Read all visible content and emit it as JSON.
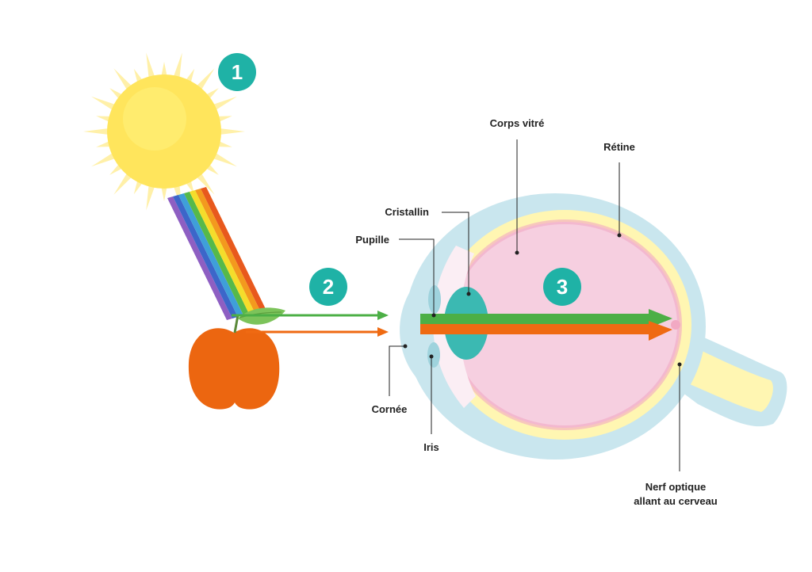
{
  "steps": {
    "one": "1",
    "two": "2",
    "three": "3"
  },
  "labels": {
    "corps_vitre": "Corps vitré",
    "retine": "Rétine",
    "cristallin": "Cristallin",
    "pupille": "Pupille",
    "cornee": "Cornée",
    "iris": "Iris",
    "nerf_line1": "Nerf optique",
    "nerf_line2": "allant au cerveau"
  },
  "colors": {
    "badge": "#1fb2a6",
    "sun": "#ffe55c",
    "sun_rays": "#fff0a8",
    "apple": "#ec6610",
    "leaf": "#7cc35a",
    "green_ray": "#4caf46",
    "orange_ray": "#ef6a12",
    "eye_outer": "#c9e6ee",
    "retina": "#fff6b2",
    "vitreous": "#f6cfe0",
    "lens": "#3bb9b2"
  }
}
